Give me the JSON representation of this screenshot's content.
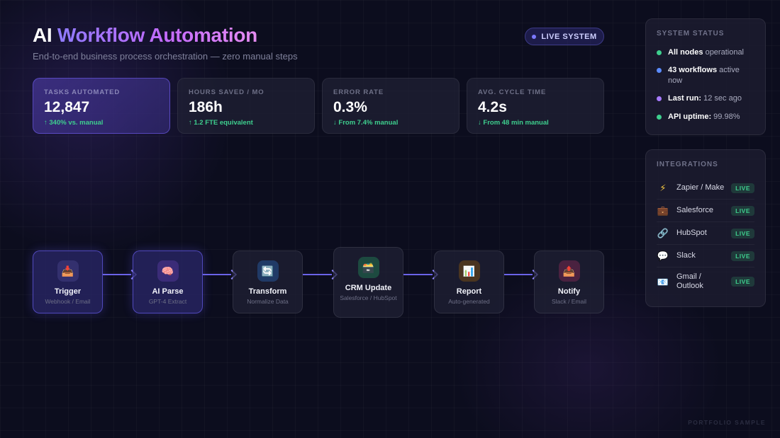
{
  "header": {
    "title_plain": "AI",
    "title_accent": "Workflow Automation",
    "subtitle": "End-to-end business process orchestration — zero manual steps",
    "live_label": "LIVE SYSTEM"
  },
  "stats": [
    {
      "label": "TASKS AUTOMATED",
      "value": "12,847",
      "delta": "↑ 340% vs. manual"
    },
    {
      "label": "HOURS SAVED / MO",
      "value": "186h",
      "delta": "↑ 1.2 FTE equivalent"
    },
    {
      "label": "ERROR RATE",
      "value": "0.3%",
      "delta": "↓ From 7.4% manual"
    },
    {
      "label": "AVG. CYCLE TIME",
      "value": "4.2s",
      "delta": "↓ From 48 min manual"
    }
  ],
  "workflow": [
    {
      "name": "Trigger",
      "sub": "Webhook / Email",
      "icon": "inbox-icon"
    },
    {
      "name": "AI Parse",
      "sub": "GPT-4 Extract",
      "icon": "brain-icon"
    },
    {
      "name": "Transform",
      "sub": "Normalize Data",
      "icon": "refresh-icon"
    },
    {
      "name": "CRM Update",
      "sub": "Salesforce / HubSpot",
      "icon": "card-file-box-icon"
    },
    {
      "name": "Report",
      "sub": "Auto-generated",
      "icon": "bar-chart-icon"
    },
    {
      "name": "Notify",
      "sub": "Slack / Email",
      "icon": "outbox-icon"
    }
  ],
  "system_status": {
    "title": "SYSTEM STATUS",
    "items": [
      {
        "bold": "All nodes",
        "text": " operational",
        "color": "#3ecf8e"
      },
      {
        "bold": "43 workflows",
        "text": " active now",
        "color": "#5b8cff"
      },
      {
        "bold": "Last run:",
        "text": " 12 sec ago",
        "color": "#a77bff"
      },
      {
        "bold": "API uptime:",
        "text": " 99.98%",
        "color": "#3ecf8e"
      }
    ]
  },
  "integrations": {
    "title": "INTEGRATIONS",
    "items": [
      {
        "name": "Zapier / Make",
        "badge": "LIVE",
        "icon": "lightning-icon"
      },
      {
        "name": "Salesforce",
        "badge": "LIVE",
        "icon": "briefcase-icon"
      },
      {
        "name": "HubSpot",
        "badge": "LIVE",
        "icon": "link-icon"
      },
      {
        "name": "Slack",
        "badge": "LIVE",
        "icon": "speech-bubble-icon"
      },
      {
        "name": "Gmail / Outlook",
        "badge": "LIVE",
        "icon": "envelope-icon"
      }
    ]
  },
  "footer": "PORTFOLIO SAMPLE",
  "colors": {
    "accent": "#8f7bff",
    "success": "#3ecf8e",
    "background": "#0c0d1e"
  }
}
